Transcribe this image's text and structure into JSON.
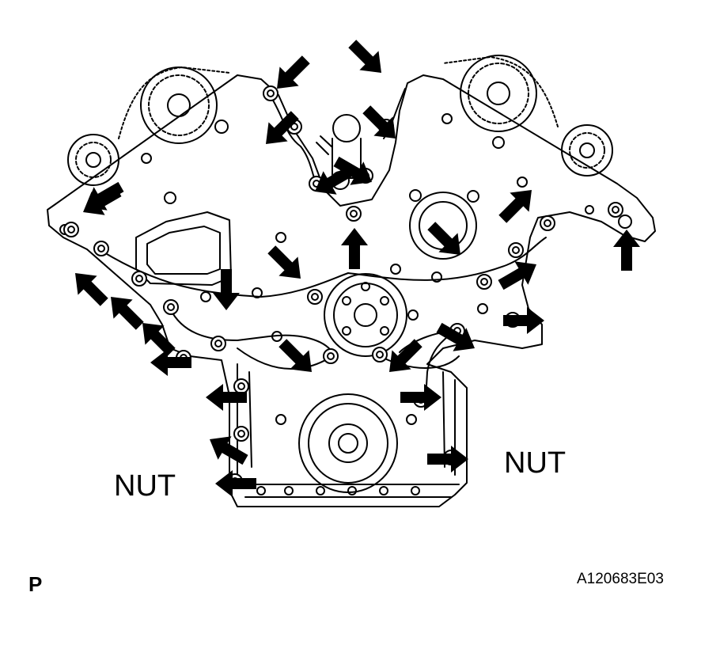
{
  "labels": {
    "nut_left": "NUT",
    "nut_right": "NUT",
    "corner_code": "P",
    "figure_id": "A120683E03"
  },
  "arrow_count": 30,
  "colors": {
    "line": "#000000",
    "background": "#ffffff"
  },
  "icons": [
    "arrow-icon",
    "bolt-icon",
    "nut-icon"
  ]
}
